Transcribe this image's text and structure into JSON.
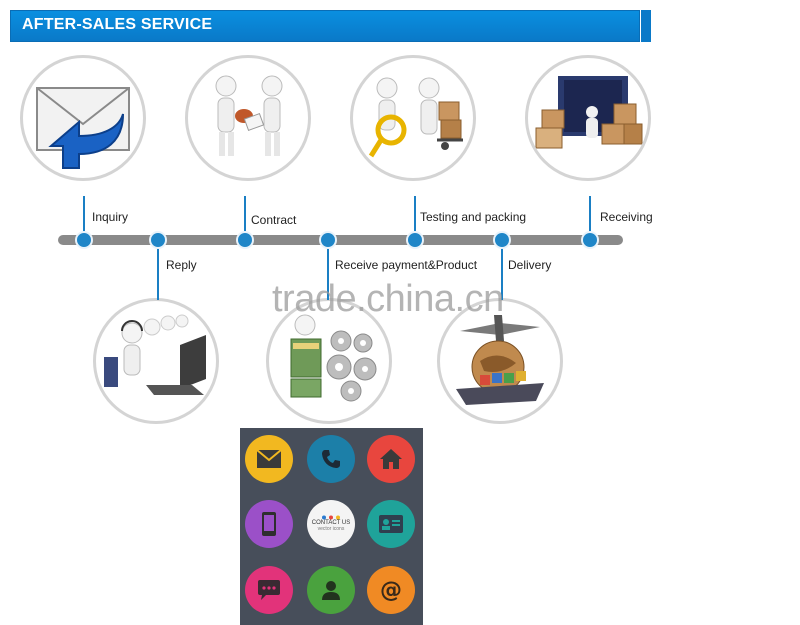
{
  "header": {
    "title": "AFTER-SALES SERVICE"
  },
  "steps": {
    "inquiry": "Inquiry",
    "reply": "Reply",
    "contract": "Contract",
    "payment": "Receive payment&Product",
    "testing": "Testing and packing",
    "delivery": "Delivery",
    "receiving": "Receiving"
  },
  "watermark": "trade.china.cn",
  "contact": {
    "line1": "CONTACT US",
    "line2": "vector icons"
  },
  "icons": [
    "mail-icon",
    "phone-icon",
    "home-icon",
    "mobile-icon",
    "contact-us-icon",
    "id-card-icon",
    "chat-icon",
    "user-icon",
    "at-icon"
  ],
  "colors": {
    "banner": "#0a83d6",
    "timeline": "#8a8a8a",
    "dot": "#1f86c8",
    "panel": "#474e5a"
  }
}
